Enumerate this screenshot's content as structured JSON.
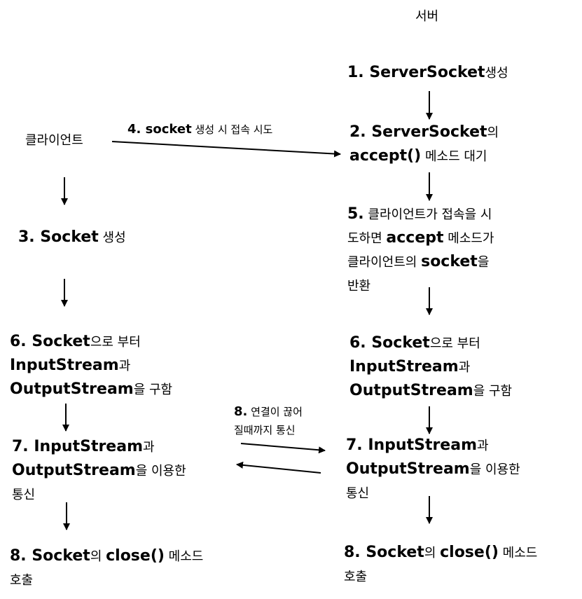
{
  "server_header": "서버",
  "client_label": "클라이언트",
  "server": {
    "s1": {
      "num": "1. ServerSocket",
      "rest": "생성"
    },
    "s2": {
      "l1a": "2. ServerSocket",
      "l1b": "의",
      "l2a": "accept()",
      "l2b": " 메소드 대기"
    },
    "s5": {
      "l1a": "5.",
      "l1b": " 클라이언트가 접속을 시",
      "l2a": "도하면 ",
      "l2b": "accept",
      "l2c": " 메소드가",
      "l3a": "클라이언트의 ",
      "l3b": "socket",
      "l3c": "을",
      "l4": "반환"
    },
    "s6": {
      "l1a": "6. Socket",
      "l1b": "으로 부터",
      "l2a": "InputStream",
      "l2b": "과",
      "l3a": "OutputStream",
      "l3b": "을 구함"
    },
    "s7": {
      "l1a": "7. InputStream",
      "l1b": "과",
      "l2a": "OutputStream",
      "l2b": "을 이용한",
      "l3": "통신"
    },
    "s8": {
      "l1a": "8. Socket",
      "l1b": "의 ",
      "l1c": "close()",
      "l1d": " 메소드",
      "l2": "호출"
    }
  },
  "client": {
    "c3": {
      "a": "3. Socket",
      "b": " 생성"
    },
    "c6": {
      "l1a": "6. Socket",
      "l1b": "으로 부터",
      "l2a": "InputStream",
      "l2b": "과",
      "l3a": "OutputStream",
      "l3b": "을 구함"
    },
    "c7": {
      "l1a": "7. InputStream",
      "l1b": "과",
      "l2a": "OutputStream",
      "l2b": "을 이용한",
      "l3": "통신"
    },
    "c8": {
      "l1a": "8. Socket",
      "l1b": "의 ",
      "l1c": "close()",
      "l1d": " 메소드",
      "l2": "호출"
    }
  },
  "connect_label": {
    "a": "4. socket",
    "b": " 생성 시 접속 시도"
  },
  "comm_label": {
    "l1a": "8.",
    "l1b": " 연결이 끊어",
    "l2": "질때까지 통신"
  }
}
